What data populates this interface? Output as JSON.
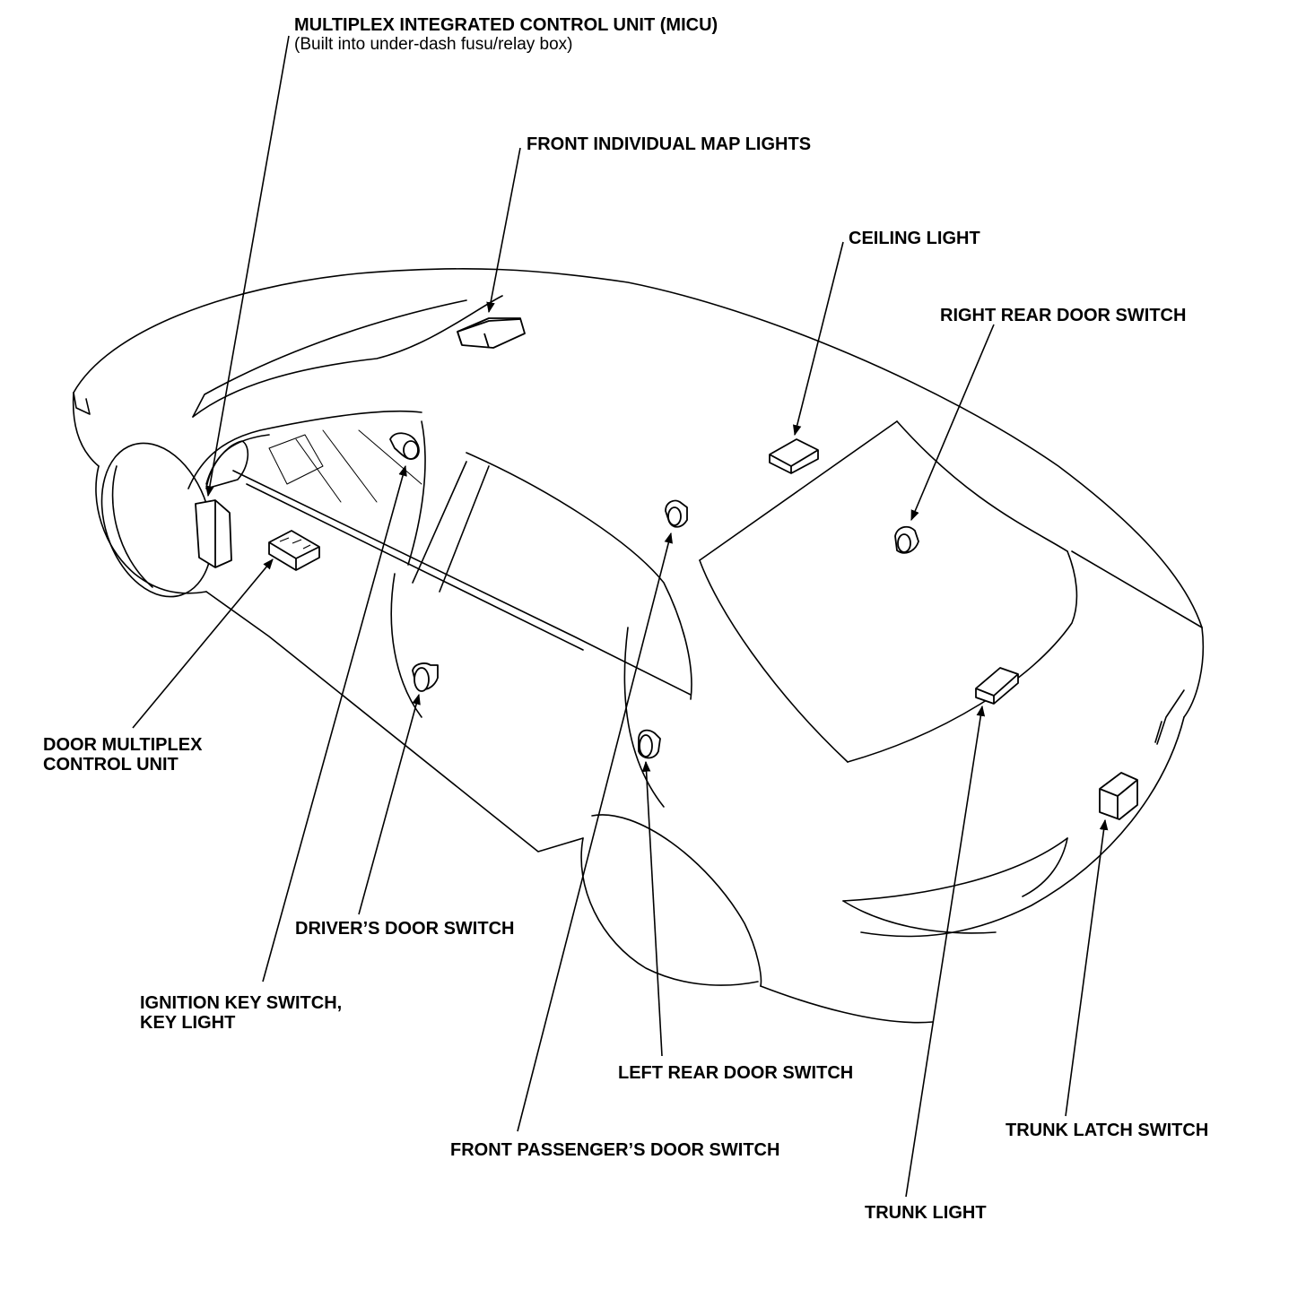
{
  "labels": {
    "micu_line1": "MULTIPLEX INTEGRATED CONTROL UNIT (MICU)",
    "micu_line2": "(Built into under-dash fusu/relay box)",
    "front_map_lights": "FRONT INDIVIDUAL MAP LIGHTS",
    "ceiling_light": "CEILING LIGHT",
    "right_rear_door_switch": "RIGHT REAR DOOR SWITCH",
    "door_multiplex_line1": "DOOR MULTIPLEX",
    "door_multiplex_line2": "CONTROL UNIT",
    "drivers_door_switch": "DRIVER’S DOOR SWITCH",
    "ignition_line1": "IGNITION KEY SWITCH,",
    "ignition_line2": "KEY LIGHT",
    "left_rear_door_switch": "LEFT REAR DOOR SWITCH",
    "front_passenger_door_switch": "FRONT PASSENGER’S DOOR SWITCH",
    "trunk_light": "TRUNK LIGHT",
    "trunk_latch_switch": "TRUNK LATCH SWITCH"
  },
  "colors": {
    "ink": "#000000",
    "paper": "#ffffff"
  }
}
